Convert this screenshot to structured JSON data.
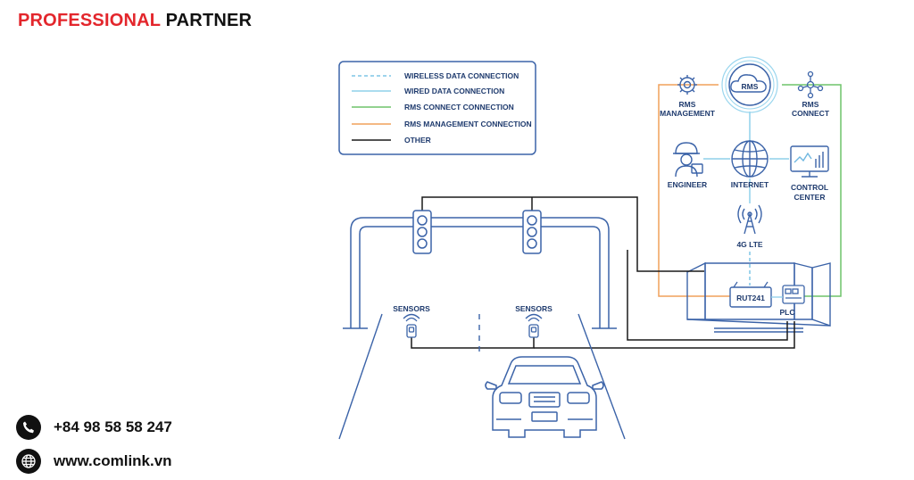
{
  "brand": {
    "part1": "PROFESSIONAL",
    "part2": "PARTNER"
  },
  "contact": {
    "phone": "+84 98 58 58 247",
    "website": "www.comlink.vn"
  },
  "legend": {
    "wireless": "WIRELESS DATA CONNECTION",
    "wired": "WIRED DATA CONNECTION",
    "rms_connect": "RMS CONNECT CONNECTION",
    "rms_management": "RMS MANAGEMENT CONNECTION",
    "other": "OTHER"
  },
  "nodes": {
    "rms": "RMS",
    "rms_management_1": "RMS",
    "rms_management_2": "MANAGEMENT",
    "rms_connect_1": "RMS",
    "rms_connect_2": "CONNECT",
    "engineer": "ENGINEER",
    "internet": "INTERNET",
    "control_center_1": "CONTROL",
    "control_center_2": "CENTER",
    "lte": "4G LTE",
    "router": "RUT241",
    "plc": "PLC",
    "sensors_left": "SENSORS",
    "sensors_right": "SENSORS"
  },
  "colors": {
    "brand_red": "#e3262c",
    "outline": "#3b63a8",
    "wireless": "#7fc6e6",
    "wired": "#8fd0ea",
    "rms_connect": "#6fc46a",
    "rms_management": "#f0a05a",
    "other": "#1a1a1a"
  },
  "icons": [
    "phone-icon",
    "globe-icon",
    "cloud-icon",
    "gear-icon",
    "network-icon",
    "engineer-icon",
    "globe-internet-icon",
    "monitor-chart-icon",
    "antenna-icon",
    "traffic-light-icon",
    "sensor-icon",
    "car-icon"
  ]
}
